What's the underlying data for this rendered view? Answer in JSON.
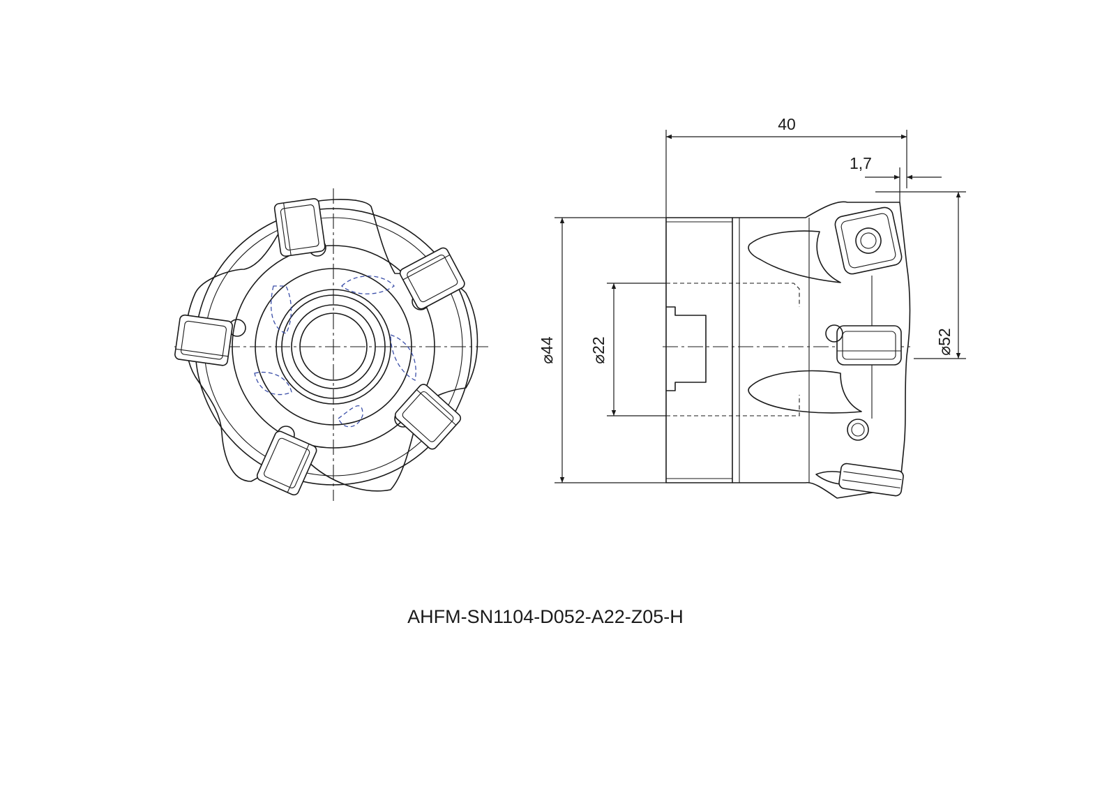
{
  "dimensions": {
    "length": "40",
    "offset": "1,7",
    "shank_diameter": "⌀44",
    "bore_diameter": "⌀22",
    "cutting_diameter": "⌀52"
  },
  "title": "AHFM-SN1104-D052-A22-Z05-H"
}
